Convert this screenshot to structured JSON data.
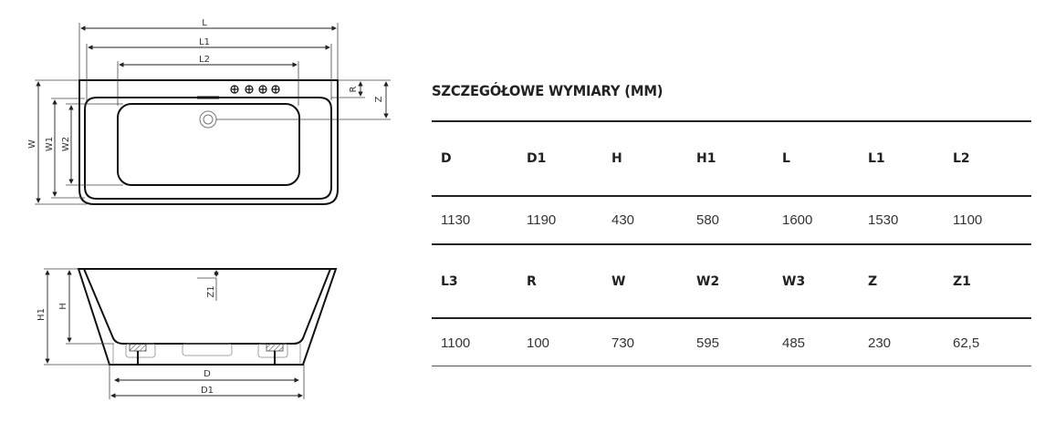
{
  "drawing": {
    "top_view_labels": {
      "L": "L",
      "L1": "L1",
      "L2": "L2",
      "W": "W",
      "W1": "W1",
      "W2": "W2",
      "R": "R",
      "Z": "Z"
    },
    "side_view_labels": {
      "H1": "H1",
      "H": "H",
      "Z1": "Z1",
      "D": "D",
      "D1": "D1"
    }
  },
  "title": "SZCZEGÓŁOWE WYMIARY (MM)",
  "table": {
    "rows": [
      {
        "headers": [
          "D",
          "D1",
          "H",
          "H1",
          "L",
          "L1",
          "L2"
        ],
        "values": [
          "1130",
          "1190",
          "430",
          "580",
          "1600",
          "1530",
          "1100"
        ]
      },
      {
        "headers": [
          "L3",
          "R",
          "W",
          "W2",
          "W3",
          "Z",
          "Z1"
        ],
        "values": [
          "1100",
          "100",
          "730",
          "595",
          "485",
          "230",
          "62,5"
        ]
      }
    ]
  }
}
